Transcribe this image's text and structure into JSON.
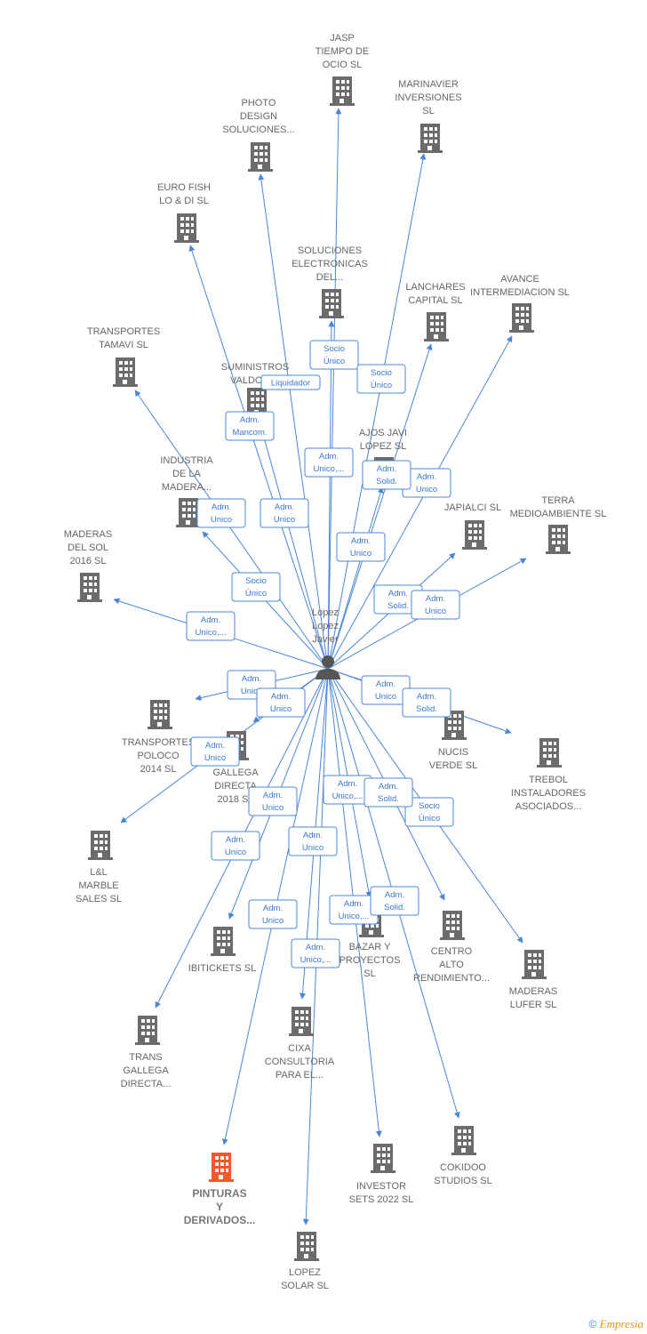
{
  "center": {
    "id": "lopez",
    "lines": [
      "Lopez",
      "Lopez",
      "Javier"
    ]
  },
  "nodes": [
    {
      "id": "jasp",
      "lines": [
        "JASP",
        "TIEMPO DE",
        "OCIO  SL"
      ]
    },
    {
      "id": "marinavier",
      "lines": [
        "MARINAVIER",
        "INVERSIONES",
        "SL"
      ]
    },
    {
      "id": "photo",
      "lines": [
        "PHOTO",
        "DESIGN",
        "SOLUCIONES..."
      ]
    },
    {
      "id": "eurofish",
      "lines": [
        "EURO FISH",
        "LO & DI SL"
      ]
    },
    {
      "id": "soluciones",
      "lines": [
        "SOLUCIONES",
        "ELECTRONICAS",
        "DEL..."
      ]
    },
    {
      "id": "lanchares",
      "lines": [
        "LANCHARES",
        "CAPITAL  SL"
      ]
    },
    {
      "id": "avance",
      "lines": [
        "AVANCE",
        "INTERMEDIACION SL"
      ]
    },
    {
      "id": "tamavi",
      "lines": [
        "TRANSPORTES",
        "TAMAVI SL"
      ]
    },
    {
      "id": "suministros",
      "lines": [
        "SUMINISTROS",
        "VALDOVI..."
      ]
    },
    {
      "id": "ajosjavi",
      "lines": [
        "AJOS JAVI",
        "LOPEZ  SL"
      ]
    },
    {
      "id": "industria",
      "lines": [
        "INDUSTRIA",
        "DE LA",
        "MADERA..."
      ]
    },
    {
      "id": "japialci",
      "lines": [
        "JAPIALCI  SL"
      ]
    },
    {
      "id": "terra",
      "lines": [
        "TERRA",
        "MEDIOAMBIENTE SL"
      ]
    },
    {
      "id": "maderassol",
      "lines": [
        "MADERAS",
        "DEL SOL",
        "2016  SL"
      ]
    },
    {
      "id": "poloco",
      "lines": [
        "TRANSPORTES",
        "POLOCO",
        "2014  SL"
      ]
    },
    {
      "id": "gallega2018",
      "lines": [
        "GALLEGA",
        "DIRECTA",
        "2018  SL"
      ]
    },
    {
      "id": "nucis",
      "lines": [
        "NUCIS",
        "VERDE  SL"
      ]
    },
    {
      "id": "trebol",
      "lines": [
        "TREBOL",
        "INSTALADORES",
        "ASOCIADOS..."
      ]
    },
    {
      "id": "llmarble",
      "lines": [
        "L&L",
        "MARBLE",
        "SALES  SL"
      ]
    },
    {
      "id": "ibitickets",
      "lines": [
        "IBITICKETS  SL"
      ]
    },
    {
      "id": "bazar",
      "lines": [
        "BAZAR Y",
        "PROYECTOS",
        "SL"
      ]
    },
    {
      "id": "centroalto",
      "lines": [
        "CENTRO",
        "ALTO",
        "RENDIMIENTO..."
      ]
    },
    {
      "id": "maderaslufer",
      "lines": [
        "MADERAS",
        "LUFER  SL"
      ]
    },
    {
      "id": "transgallega",
      "lines": [
        "TRANS",
        "GALLEGA",
        "DIRECTA..."
      ]
    },
    {
      "id": "cixa",
      "lines": [
        "CIXA",
        "CONSULTORIA",
        "PARA EL..."
      ]
    },
    {
      "id": "pinturas",
      "lines": [
        "PINTURAS",
        "Y",
        "DERIVADOS..."
      ],
      "highlight": true
    },
    {
      "id": "investor",
      "lines": [
        "INVESTOR",
        "SETS 2022  SL"
      ]
    },
    {
      "id": "cokidoo",
      "lines": [
        "COKIDOO",
        "STUDIOS  SL"
      ]
    },
    {
      "id": "lopezsolar",
      "lines": [
        "LOPEZ",
        "SOLAR SL"
      ]
    }
  ],
  "edges": [
    {
      "to": "jasp",
      "label": [
        "Socio",
        "Único"
      ]
    },
    {
      "to": "marinavier",
      "label": [
        "Socio",
        "Único"
      ]
    },
    {
      "to": "photo",
      "label": [
        "Adm.",
        "Unico,..."
      ]
    },
    {
      "to": "eurofish",
      "label": [
        "Adm.",
        "Unico"
      ]
    },
    {
      "to": "soluciones",
      "label": []
    },
    {
      "to": "lanchares",
      "label": [
        "Adm.",
        "Unico"
      ]
    },
    {
      "to": "avance",
      "label": [
        "Adm.",
        "Unico"
      ]
    },
    {
      "to": "tamavi",
      "label": [
        "Socio",
        "Único"
      ]
    },
    {
      "to": "suministros",
      "label": [
        "Adm.",
        "Mancom."
      ]
    },
    {
      "to": "suministros2",
      "label": [
        "Liquidador"
      ]
    },
    {
      "to": "ajosjavi",
      "label": [
        "Adm.",
        "Solid."
      ]
    },
    {
      "to": "industria",
      "label": [
        "Adm.",
        "Unico"
      ]
    },
    {
      "to": "japialci",
      "label": [
        "Adm.",
        "Solid."
      ]
    },
    {
      "to": "terra",
      "label": [
        "Adm.",
        "Unico"
      ]
    },
    {
      "to": "maderassol",
      "label": [
        "Adm.",
        "Unico,..."
      ]
    },
    {
      "to": "poloco",
      "label": [
        "Adm.",
        "Unico"
      ]
    },
    {
      "to": "gallega2018",
      "label": [
        "Adm.",
        "Unico"
      ]
    },
    {
      "to": "nucis",
      "label": [
        "Adm.",
        "Unico"
      ]
    },
    {
      "to": "trebol",
      "label": [
        "Adm.",
        "Solid."
      ]
    },
    {
      "to": "llmarble",
      "label": [
        "Adm.",
        "Unico"
      ]
    },
    {
      "to": "ibitickets",
      "label": [
        "Adm.",
        "Unico"
      ]
    },
    {
      "to": "bazar",
      "label": [
        "Adm.",
        "Unico,..."
      ]
    },
    {
      "to": "centroalto",
      "label": [
        "Socio",
        "Único"
      ]
    },
    {
      "to": "maderaslufer",
      "label": [
        "Adm.",
        "Solid."
      ]
    },
    {
      "to": "transgallega",
      "label": [
        "Adm.",
        "Unico"
      ]
    },
    {
      "to": "cixa",
      "label": [
        "Adm.",
        "Unico"
      ]
    },
    {
      "to": "pinturas",
      "label": [
        "Adm.",
        "Unico"
      ]
    },
    {
      "to": "investor",
      "label": [
        "Adm.",
        "Unico,..."
      ]
    },
    {
      "to": "cokidoo",
      "label": [
        "Adm.",
        "Solid."
      ]
    },
    {
      "to": "lopezsolar",
      "label": [
        "Adm.",
        "Unico,..."
      ]
    }
  ],
  "colors": {
    "edge": "#4a86d8",
    "building": "#6b6b6b",
    "highlight": "#f05a28",
    "person": "#555555"
  },
  "footer": {
    "copyright": "©",
    "brand": "Empresia"
  }
}
